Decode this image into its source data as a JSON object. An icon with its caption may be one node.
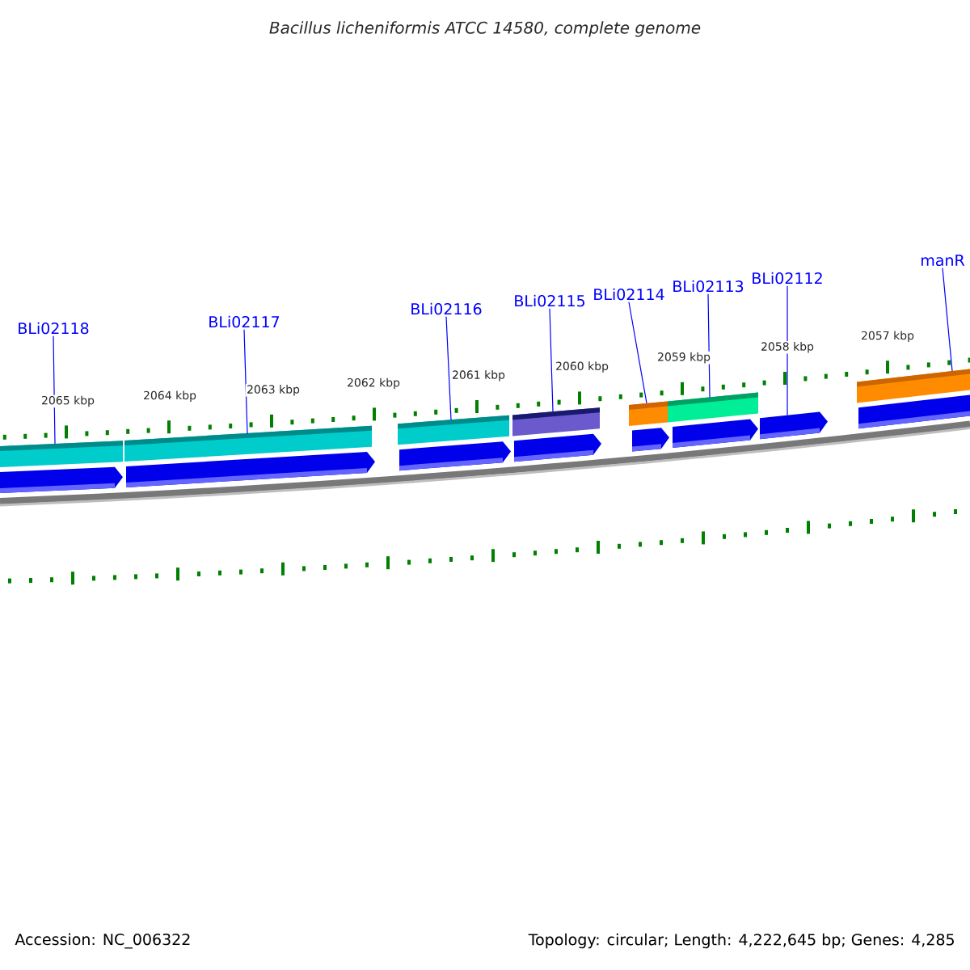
{
  "diagram": {
    "title": "Bacillus licheniformis ATCC 14580, complete genome",
    "nodes": [
      {
        "text": [
          "BLi02118"
        ]
      },
      {
        "text": [
          "BLi02117"
        ]
      },
      {
        "text": [
          "BLi02116"
        ]
      },
      {
        "text": [
          "BLi02115"
        ]
      },
      {
        "text": [
          "BLi02114"
        ]
      },
      {
        "text": [
          "BLi02113"
        ]
      },
      {
        "text": [
          "BLi02112"
        ]
      },
      {
        "text": [
          "manR"
        ]
      },
      {
        "text": [],
        "shape": "bar"
      },
      {
        "text": [],
        "shape": "bar"
      },
      {
        "text": [],
        "shape": "bar"
      },
      {
        "text": [],
        "shape": "bar"
      },
      {
        "text": [],
        "shape": "bar"
      },
      {
        "text": [],
        "shape": "bar"
      },
      {
        "text": [],
        "shape": "bar"
      },
      {
        "text": [],
        "shape": "bar"
      }
    ],
    "edges": [
      {
        "from": 0,
        "to": 8,
        "arrow": "none"
      },
      {
        "from": 1,
        "to": 9,
        "arrow": "none"
      },
      {
        "from": 2,
        "to": 10,
        "arrow": "none"
      },
      {
        "from": 3,
        "to": 11,
        "arrow": "none"
      },
      {
        "from": 4,
        "to": 12,
        "arrow": "none"
      },
      {
        "from": 5,
        "to": 13,
        "arrow": "none"
      },
      {
        "from": 6,
        "to": 14,
        "arrow": "none"
      },
      {
        "from": 7,
        "to": 15,
        "arrow": "none"
      }
    ],
    "labels": [
      "2065 kbp",
      "2064 kbp",
      "2063 kbp",
      "2062 kbp",
      "2061 kbp",
      "2060 kbp",
      "2059 kbp",
      "2058 kbp",
      "2057 kbp",
      "Accession: NC_006322",
      "Topology: circular; Length: 4,222,645 bp; Genes: 4,285"
    ]
  }
}
